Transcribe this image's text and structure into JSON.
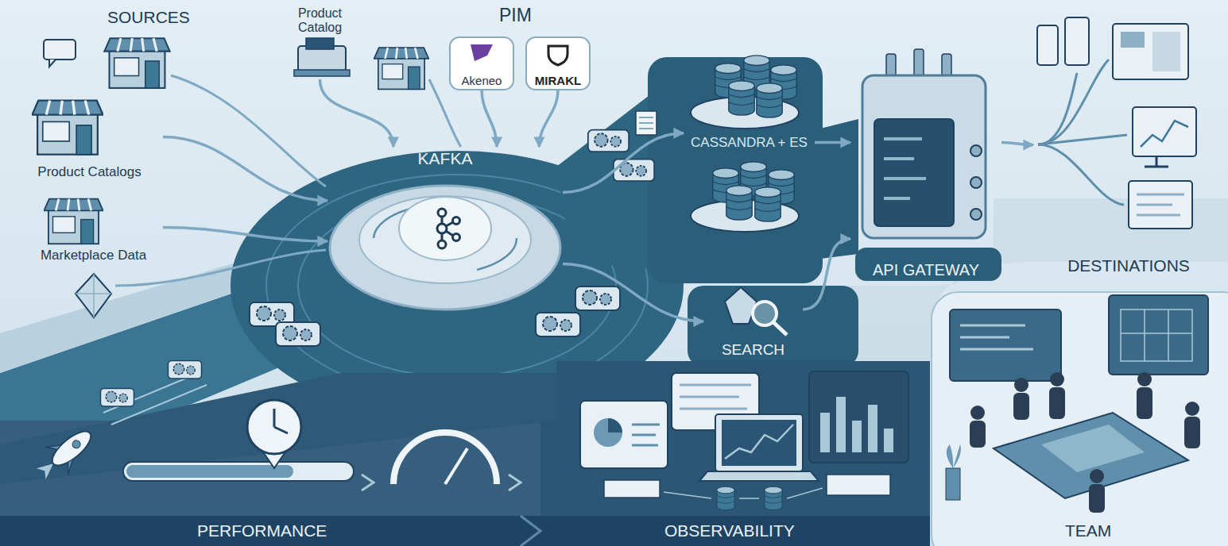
{
  "diagram": {
    "nodes": [
      {
        "text": [
          "Product Catalog"
        ]
      },
      {
        "text": [
          "Akeneo"
        ]
      },
      {
        "text": [
          "MIRAKL"
        ]
      },
      {
        "text": [
          "Product Catalogs"
        ]
      },
      {
        "text": [
          "Marketplace Data"
        ]
      },
      {
        "text": [
          "KAFKA"
        ]
      },
      {
        "text": [
          "CASSANDRA + ES"
        ]
      },
      {
        "text": [
          "SEARCH"
        ]
      },
      {
        "text": [
          "API GATEWAY"
        ]
      },
      {
        "text": [
          "DESTINATIONS"
        ]
      }
    ],
    "edges": [
      {
        "from": 0,
        "to": 5,
        "arrow": "to"
      },
      {
        "from": 1,
        "to": 5,
        "arrow": "to"
      },
      {
        "from": 2,
        "to": 5,
        "arrow": "to"
      },
      {
        "from": 3,
        "to": 5,
        "arrow": "to"
      },
      {
        "from": 4,
        "to": 5,
        "arrow": "to"
      },
      {
        "from": 5,
        "to": 6,
        "arrow": "to"
      },
      {
        "from": 5,
        "to": 7,
        "arrow": "to"
      },
      {
        "from": 6,
        "to": 8,
        "arrow": "to"
      },
      {
        "from": 7,
        "to": 8,
        "arrow": "to"
      },
      {
        "from": 8,
        "to": 9,
        "arrow": "to"
      }
    ],
    "labels": [
      "SOURCES",
      "PIM",
      "PERFORMANCE",
      "OBSERVABILITY",
      "TEAM"
    ]
  }
}
